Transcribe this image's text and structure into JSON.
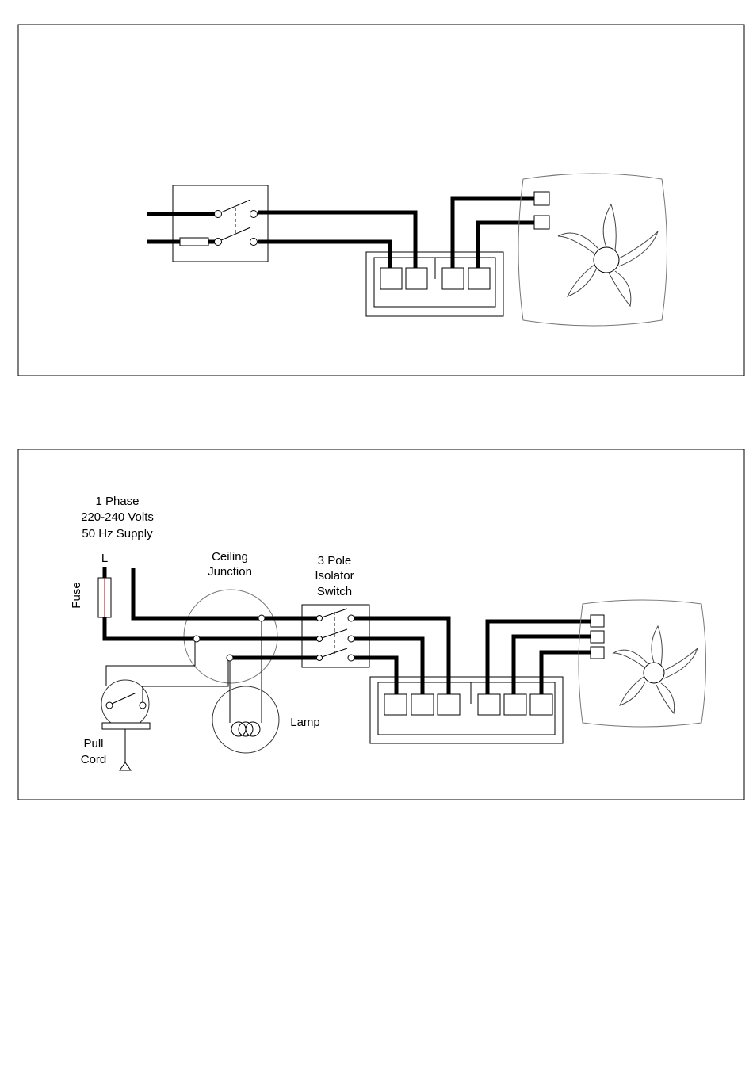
{
  "diagram2": {
    "supply": {
      "line1": "1 Phase",
      "line2": "220-240 Volts",
      "line3": "50 Hz Supply"
    },
    "live_label": "L",
    "fuse_label": "Fuse",
    "ceiling_junction": {
      "line1": "Ceiling",
      "line2": "Junction"
    },
    "isolator": {
      "line1": "3 Pole",
      "line2": "Isolator",
      "line3": "Switch"
    },
    "lamp_label": "Lamp",
    "pull_cord": {
      "line1": "Pull",
      "line2": "Cord"
    }
  },
  "colors": {
    "ink": "#000000",
    "outline": "#333333",
    "fan_outline": "#777777",
    "fuse_wire": "#cc0000"
  },
  "icons": [
    "double-pole-switch-icon",
    "fuse-icon",
    "fan-icon",
    "lamp-icon",
    "pull-cord-switch-icon",
    "isolator-switch-icon"
  ]
}
